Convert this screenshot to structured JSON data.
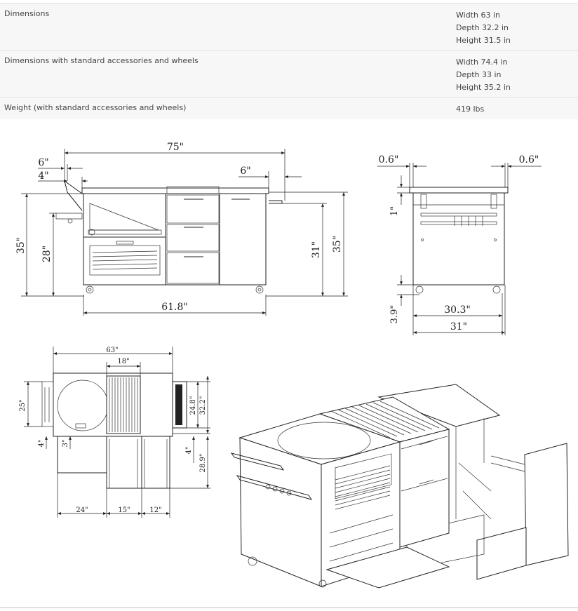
{
  "specs": [
    {
      "label": "Dimensions",
      "values": [
        "Width 63 in",
        "Depth 32.2 in",
        "Height 31.5 in"
      ]
    },
    {
      "label": "Dimensions with standard accessories and wheels",
      "values": [
        "Width 74.4 in",
        "Depth 33 in",
        "Height 35.2 in"
      ]
    },
    {
      "label": "Weight (with standard accessories and wheels)",
      "values": [
        "419 lbs"
      ]
    }
  ],
  "front_view": {
    "dim_overall_width": "75\"",
    "dim_left_top": "6\"",
    "dim_left_mid": "4\"",
    "dim_right_top": "6\"",
    "dim_height_left": "35\"",
    "dim_height_inner": "28\"",
    "dim_height_right_inner": "31\"",
    "dim_height_right": "35\"",
    "dim_body_width": "61.8\""
  },
  "side_view": {
    "dim_left_overhang": "0.6\"",
    "dim_right_overhang": "0.6\"",
    "dim_top": "1\"",
    "dim_bottom": "3.9\"",
    "dim_inner_width": "30.3\"",
    "dim_outer_width": "31\""
  },
  "top_view": {
    "dim_width": "63\"",
    "dim_grill": "18\"",
    "dim_left_depth": "25\"",
    "dim_right_inner": "24.8\"",
    "dim_right_outer": "32.2\"",
    "dim_small_a": "4\"",
    "dim_small_b": "3\"",
    "dim_small_c": "4\"",
    "dim_lower_height": "28.9\"",
    "dim_bottom_a": "24\"",
    "dim_bottom_b": "15\"",
    "dim_bottom_c": "12\""
  },
  "colors": {
    "spec_bg": "#f7f7f7",
    "line": "#222222"
  }
}
